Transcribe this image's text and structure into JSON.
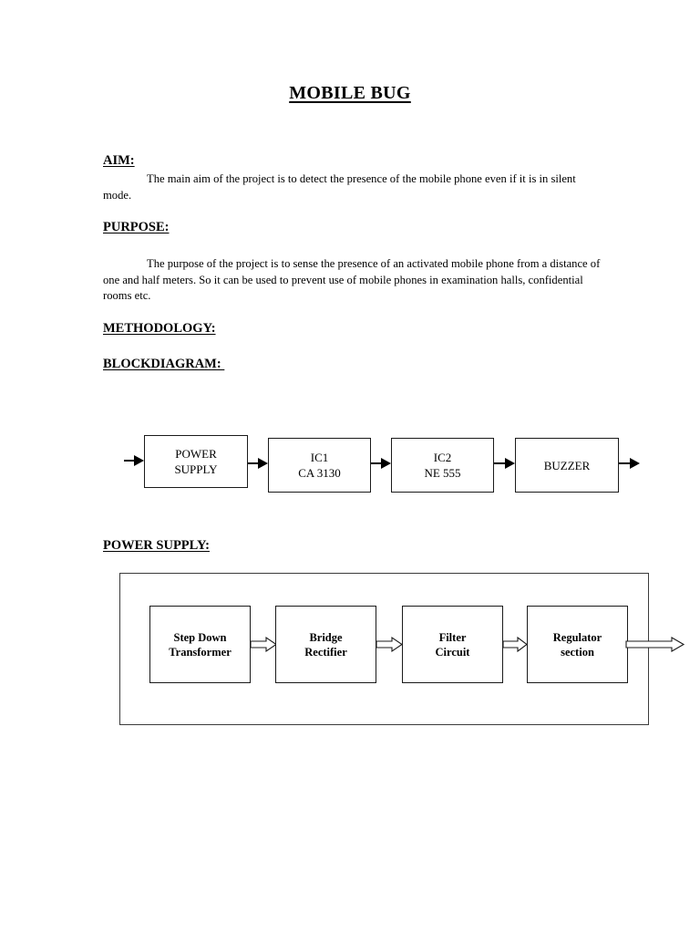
{
  "document": {
    "title": "MOBILE BUG",
    "sections": {
      "aim": {
        "heading": "AIM:",
        "body": "The main aim of the project is to detect the presence of the mobile phone even if it is in silent mode."
      },
      "purpose": {
        "heading": "PURPOSE:",
        "body": "The purpose of the project is to sense the presence of an activated mobile phone from a distance of one and half meters. So it can be used to prevent use of mobile phones in examination halls, confidential rooms etc."
      },
      "methodology": {
        "heading": "METHODOLOGY:"
      },
      "blockdiagram": {
        "heading": "BLOCKDIAGRAM: "
      },
      "powersupply": {
        "heading": "POWER SUPPLY:"
      }
    }
  },
  "block_diagram": {
    "name": "block-diagram",
    "arrow_style": "solid-filled",
    "boxes": [
      {
        "id": "power",
        "line1": "POWER",
        "line2": "SUPPLY"
      },
      {
        "id": "ic1",
        "line1": "IC1",
        "line2": "CA 3130"
      },
      {
        "id": "ic2",
        "line1": "IC2",
        "line2": "NE 555"
      },
      {
        "id": "buzzer",
        "line1": "BUZZER",
        "line2": ""
      }
    ]
  },
  "power_supply_diagram": {
    "name": "power-supply-block-diagram",
    "arrow_style": "hollow-outline",
    "boxes": [
      {
        "id": "transformer",
        "line1": "Step Down",
        "line2": "Transformer"
      },
      {
        "id": "rectifier",
        "line1": "Bridge",
        "line2": "Rectifier"
      },
      {
        "id": "filter",
        "line1": "Filter",
        "line2": "Circuit"
      },
      {
        "id": "regulator",
        "line1": "Regulator",
        "line2": "section"
      }
    ]
  },
  "colors": {
    "page_background": "#ffffff",
    "text": "#000000",
    "box_border": "#1a1a1a",
    "container_border": "#3b3b3b"
  }
}
